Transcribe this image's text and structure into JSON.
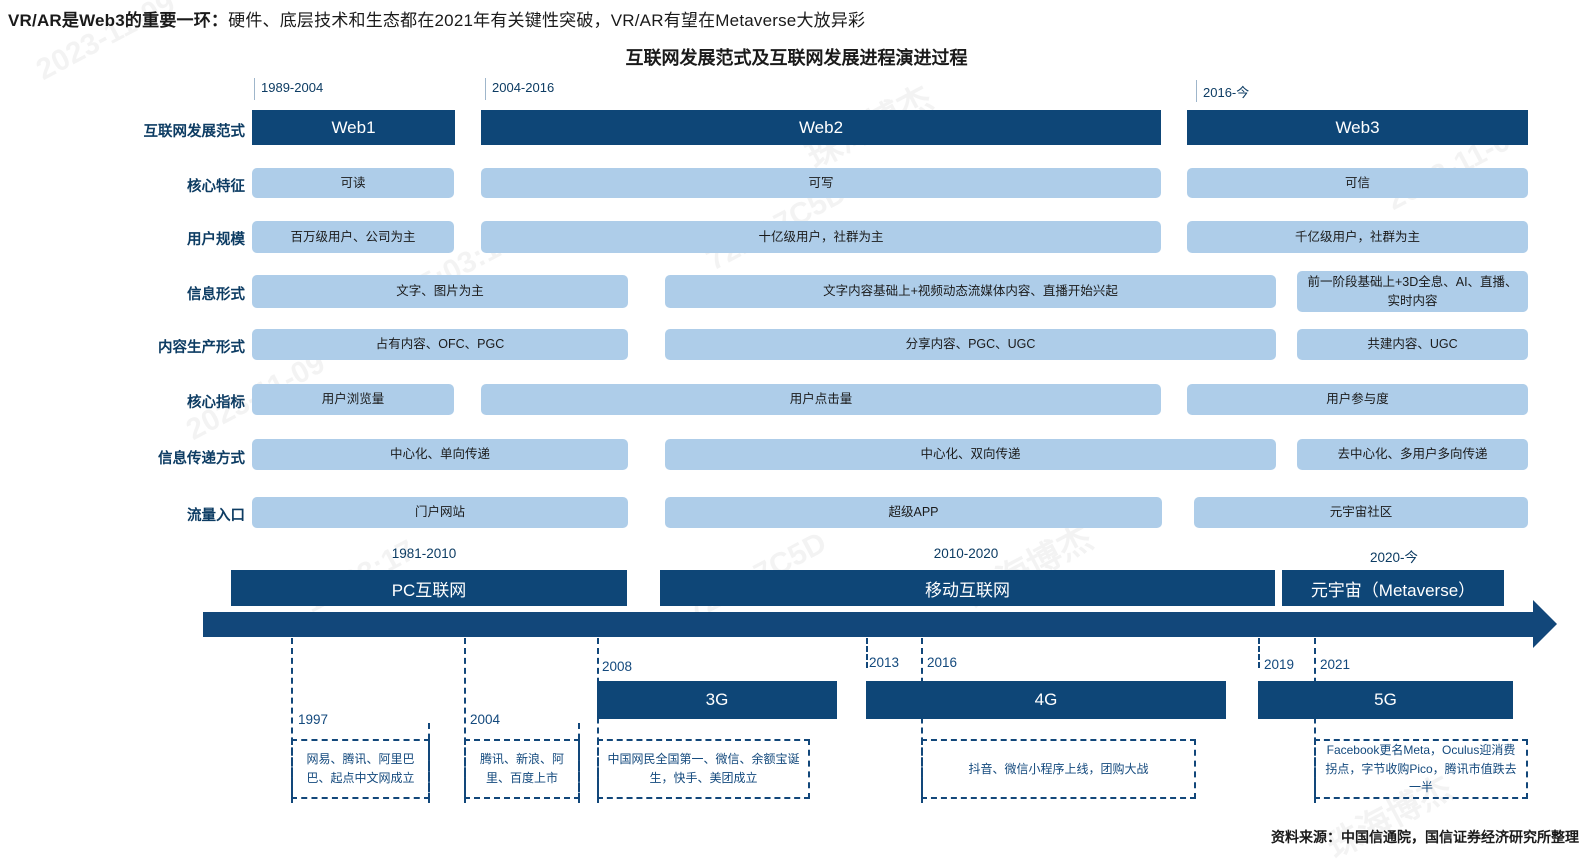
{
  "header": {
    "headline_bold": "VR/AR是Web3的重要一环：",
    "headline_rest": "硬件、底层技术和生态都在2021年有关键性突破，VR/AR有望在Metaverse大放异彩",
    "chart_title": "互联网发展范式及互联网发展进程演进过程",
    "source": "资料来源：中国信通院，国信证券经济研究所整理"
  },
  "watermarks": [
    "2023-11-09",
    "15:03:17",
    "72BA7C5D",
    "珠海博杰",
    "2023-11-09",
    "15:03:17",
    "72BA7C5D",
    "珠海博杰"
  ],
  "matrix": {
    "row_labels": [
      "互联网发展范式",
      "核心特征",
      "用户规模",
      "信息形式",
      "内容生产形式",
      "核心指标",
      "信息传递方式",
      "流量入口"
    ],
    "periods": [
      "1989-2004",
      "2004-2016",
      "2016-今"
    ],
    "phases": [
      "Web1",
      "Web2",
      "Web3"
    ],
    "cells": {
      "核心特征": [
        "可读",
        "可写",
        "可信"
      ],
      "用户规模": [
        "百万级用户、公司为主",
        "十亿级用户，社群为主",
        "千亿级用户，社群为主"
      ],
      "信息形式": [
        "文字、图片为主",
        "文字内容基础上+视频动态流媒体内容、直播开始兴起",
        "前一阶段基础上+3D全息、AI、直播、实时内容"
      ],
      "内容生产形式": [
        "占有内容、OFC、PGC",
        "分享内容、PGC、UGC",
        "共建内容、UGC"
      ],
      "核心指标": [
        "用户浏览量",
        "用户点击量",
        "用户参与度"
      ],
      "信息传递方式": [
        "中心化、单向传递",
        "中心化、双向传递",
        "去中心化、多用户多向传递"
      ],
      "流量入口": [
        "门户网站",
        "超级APP",
        "元宇宙社区"
      ]
    }
  },
  "timeline": {
    "eras": [
      {
        "period": "1981-2010",
        "label": "PC互联网"
      },
      {
        "period": "2010-2020",
        "label": "移动互联网"
      },
      {
        "period": "2020-今",
        "label": "元宇宙（Metaverse）"
      }
    ],
    "generations": [
      {
        "year": "2008",
        "label": "3G"
      },
      {
        "year": "2016",
        "label": "4G"
      },
      {
        "year": "2021",
        "label": "5G"
      }
    ],
    "marker_years": [
      "1997",
      "2004",
      "2008",
      "2013",
      "2016",
      "2019",
      "2021"
    ],
    "events": [
      {
        "year": "1997",
        "text": "网易、腾讯、阿里巴巴、起点中文网成立"
      },
      {
        "year": "2004",
        "text": "腾讯、新浪、阿里、百度上市"
      },
      {
        "year": "2008",
        "text": "中国网民全国第一、微信、余额宝诞生，快手、美团成立"
      },
      {
        "year": "2016",
        "text": "抖音、微信小程序上线，团购大战"
      },
      {
        "year": "2021",
        "text": "Facebook更名Meta，Oculus迎消费拐点，字节收购Pico，腾讯市值跌去一半"
      }
    ]
  },
  "colors": {
    "dark_blue": "#0e4677",
    "light_blue": "#aecde9",
    "label_blue": "#0d3c63",
    "text": "#1a1a1a"
  }
}
